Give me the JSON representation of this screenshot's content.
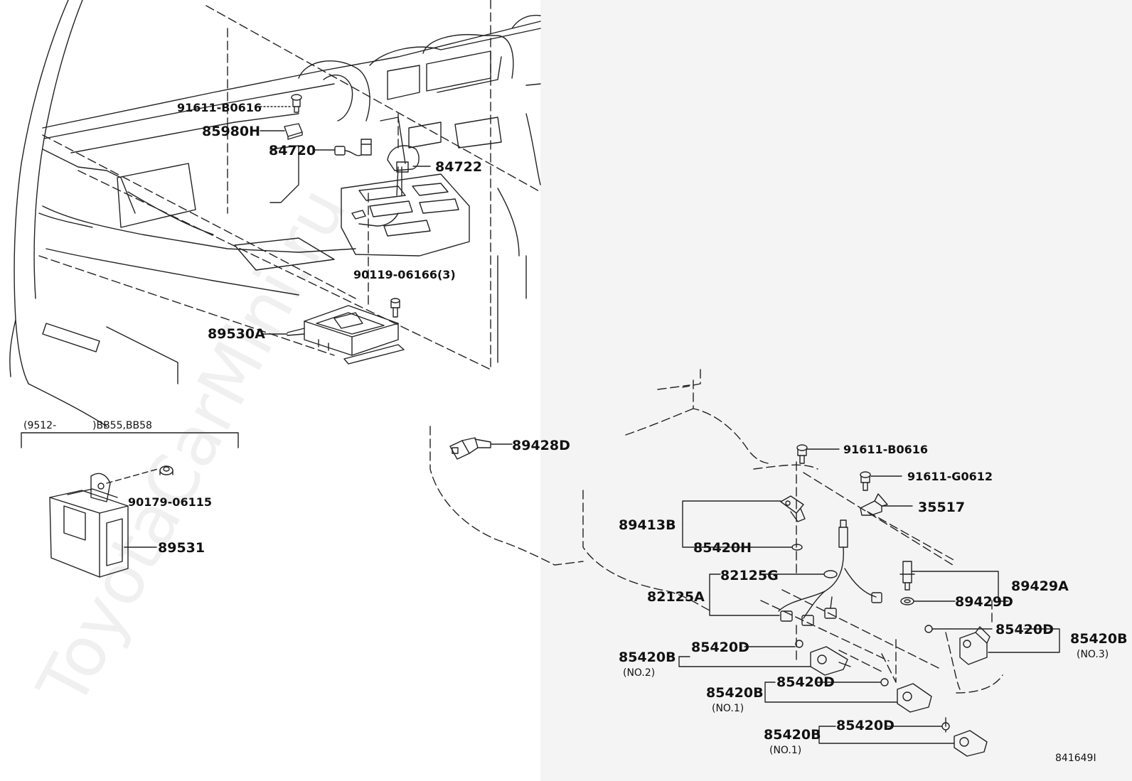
{
  "diagram": {
    "watermark": "ToyotaCarMini.ru",
    "variant_note": {
      "range": "(9512-",
      "models": ")BB55,BB58"
    },
    "drawing_id": "841649I",
    "parts": {
      "p91611_b0616_top": "91611-B0616",
      "p85980h": "85980H",
      "p84720": "84720",
      "p84722": "84722",
      "p90119": "90119-06166(3)",
      "p89530a": "89530A",
      "p89428d": "89428D",
      "p90179": "90179-06115",
      "p89531": "89531",
      "p91611_b0616_r": "91611-B0616",
      "p91611_g0612": "91611-G0612",
      "p35517": "35517",
      "p89413b": "89413B",
      "p85420h": "85420H",
      "p82125g": "82125G",
      "p82125a": "82125A",
      "p89429a": "89429A",
      "p89429d": "89429D",
      "p85420d_r": "85420D",
      "p85420b_r": "85420B",
      "no3": "(NO.3)",
      "p85420d_a": "85420D",
      "p85420b_a": "85420B",
      "no2": "(NO.2)",
      "p85420d_b": "85420D",
      "p85420b_b": "85420B",
      "no1_b": "(NO.1)",
      "p85420d_c": "85420D",
      "p85420b_c": "85420B",
      "no1_c": "(NO.1)"
    }
  }
}
